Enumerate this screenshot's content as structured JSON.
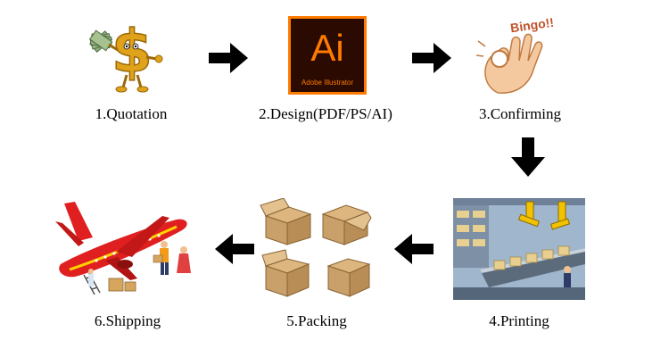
{
  "steps": [
    {
      "label": "1.Quotation",
      "icon": "money-dollar-icon"
    },
    {
      "label": "2.Design(PDF/PS/AI)",
      "icon": "adobe-illustrator-icon",
      "logo_mark": "Ai",
      "logo_caption": "Adobe Illustrator"
    },
    {
      "label": "3.Confirming",
      "icon": "ok-hand-icon",
      "bubble": "Bingo!!"
    },
    {
      "label": "4.Printing",
      "icon": "factory-line-icon"
    },
    {
      "label": "5.Packing",
      "icon": "cardboard-boxes-icon"
    },
    {
      "label": "6.Shipping",
      "icon": "airplane-icon"
    }
  ],
  "colors": {
    "arrow": "#000000",
    "ai_bg": "#2b0a02",
    "ai_accent": "#ff7b00",
    "box": "#c9a06a",
    "plane": "#e02020",
    "gold": "#e0a21a"
  }
}
